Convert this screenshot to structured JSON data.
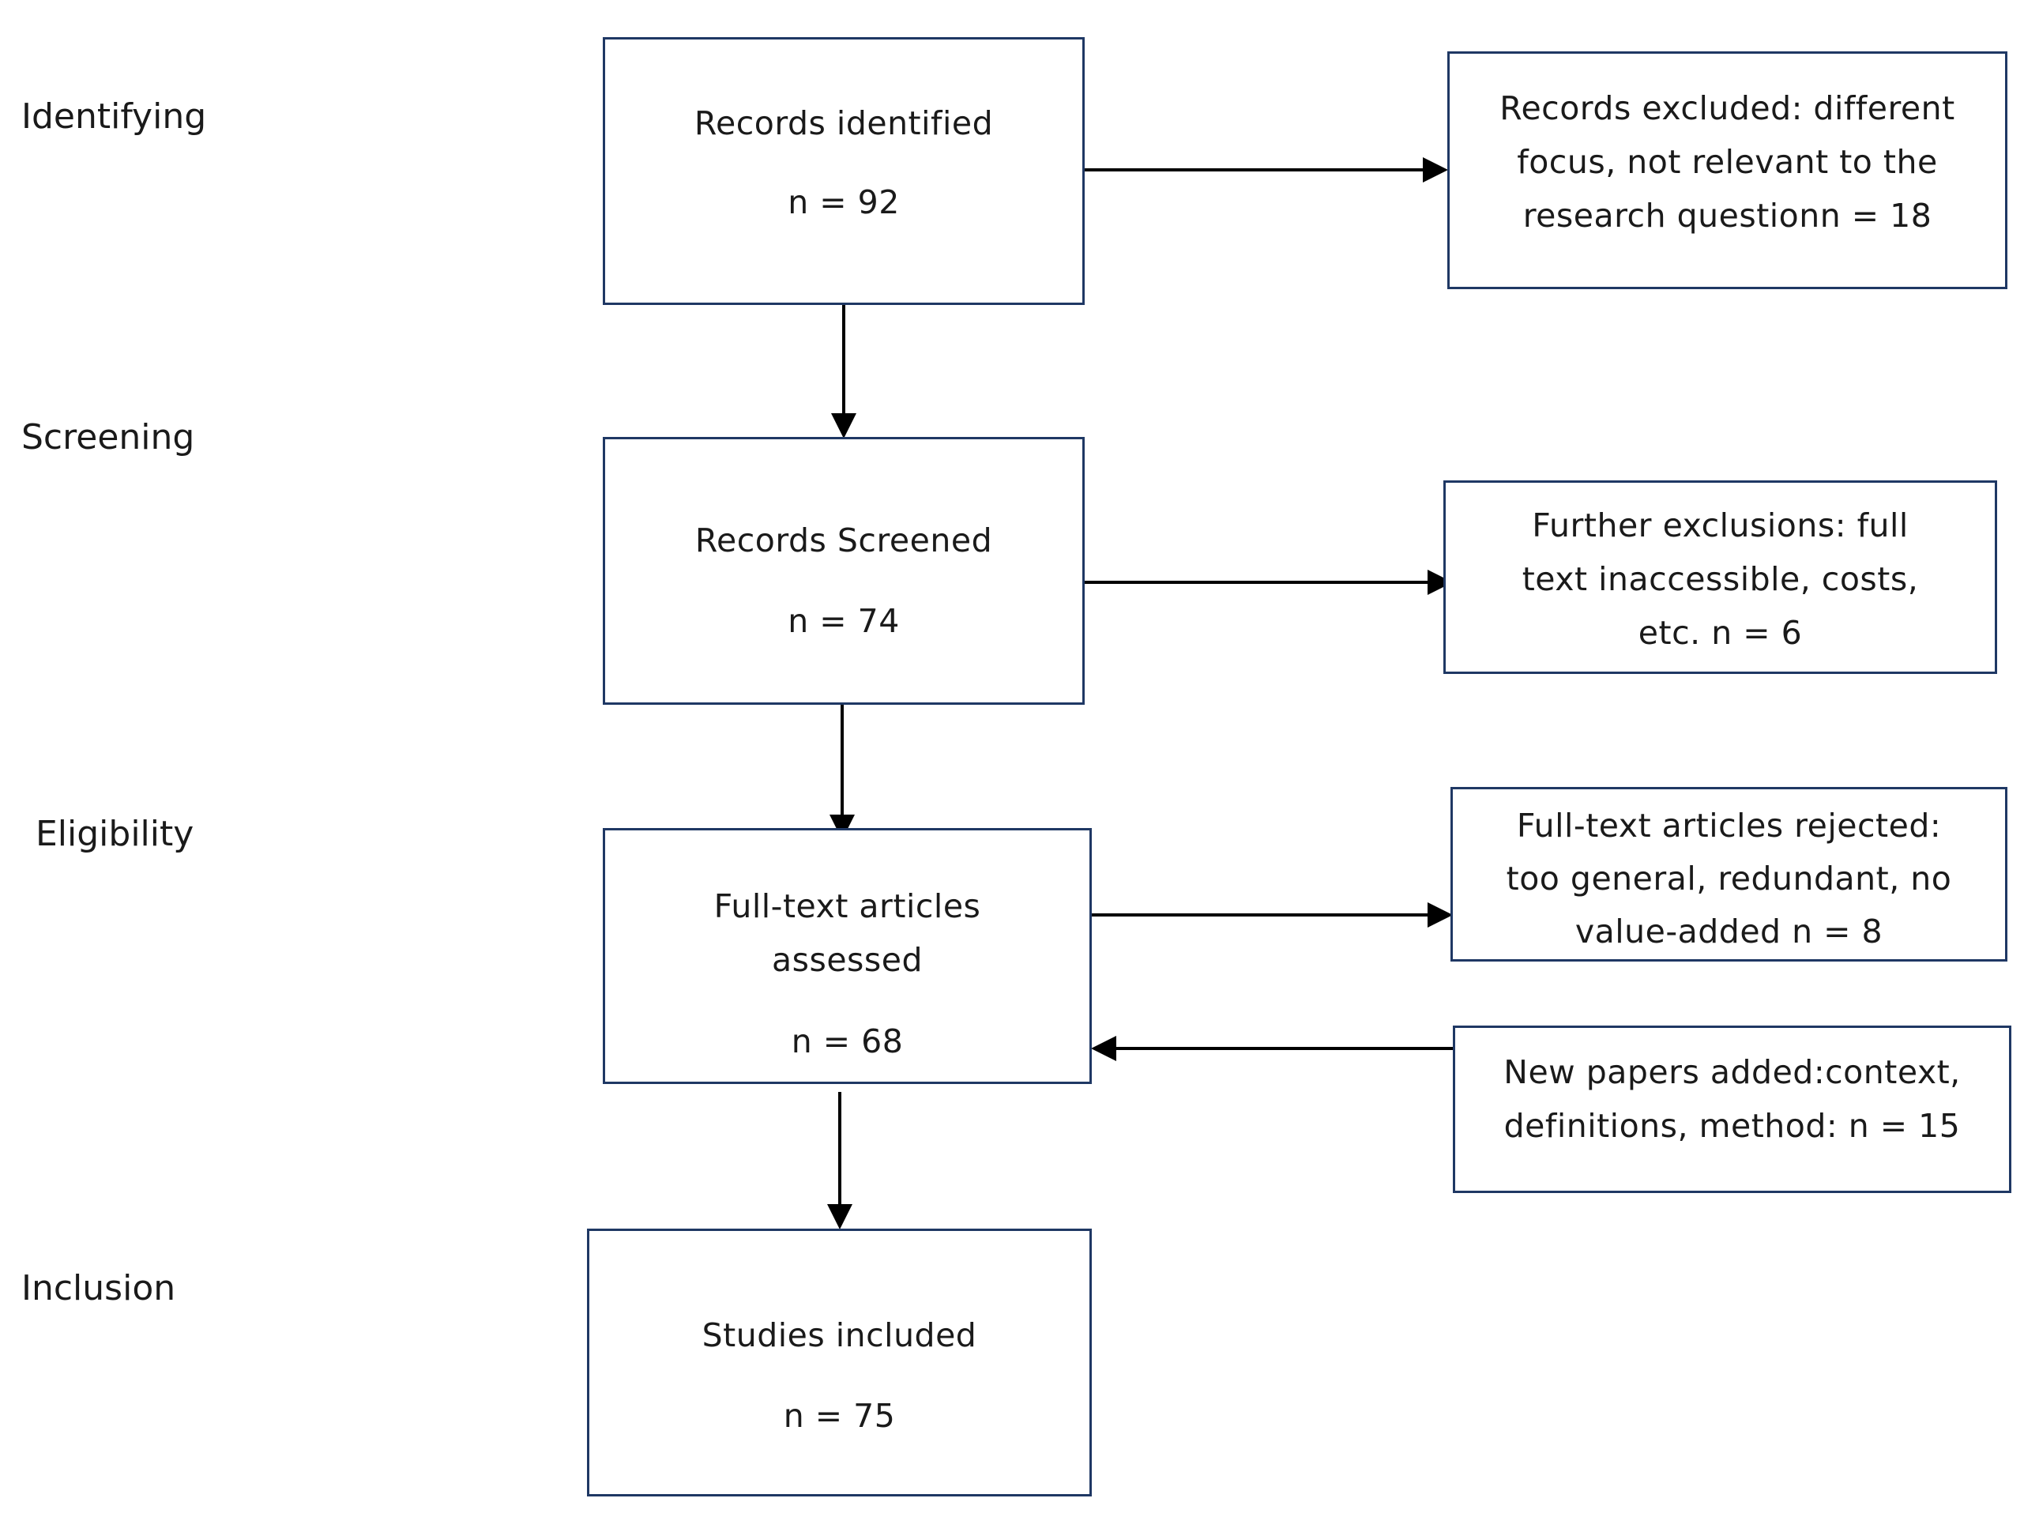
{
  "stages": {
    "identifying": "Identifying",
    "screening": "Screening",
    "eligibility": "Eligibility",
    "inclusion": "Inclusion"
  },
  "boxes": {
    "identified": {
      "line1": "Records identified",
      "count": "n = 92"
    },
    "screened": {
      "line1": "Records Screened",
      "count": "n = 74"
    },
    "assessed": {
      "line1": "Full-text articles",
      "line2": "assessed",
      "count": "n = 68"
    },
    "included": {
      "line1": "Studies included",
      "count": "n = 75"
    },
    "excluded": {
      "line1": "Records excluded: different",
      "line2": "focus, not relevant to the",
      "line3": "research questionn = 18"
    },
    "further": {
      "line1": "Further exclusions: full",
      "line2": "text inaccessible, costs,",
      "line3": "etc. n = 6"
    },
    "rejected": {
      "line1": "Full-text articles rejected:",
      "line2": "too general, redundant, no",
      "line3": "value-added n = 8"
    },
    "added": {
      "line1": "New papers added:context,",
      "line2": "definitions, method: n = 15"
    }
  },
  "colors": {
    "box_border": "#1f3864",
    "arrow": "#000000",
    "text": "#1a1a1a"
  }
}
